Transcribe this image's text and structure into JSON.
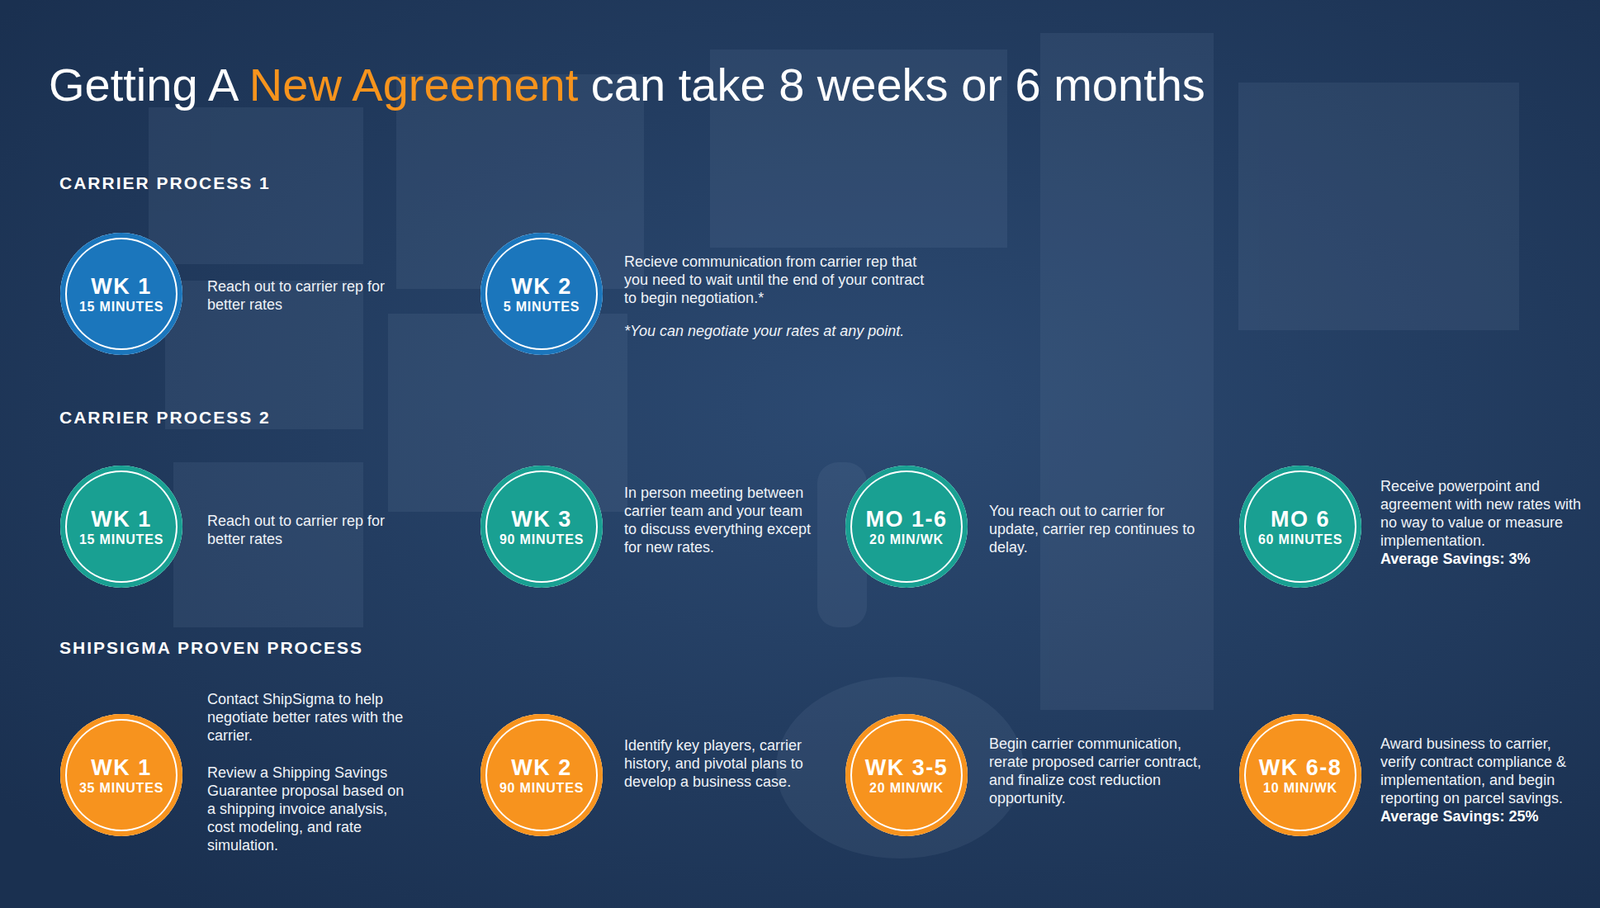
{
  "diagram": {
    "title": "Getting A New Agreement can take 8 weeks or 6 months",
    "nodes": [
      {
        "text": [
          "WK 1",
          "15 MINUTES"
        ]
      },
      {
        "text": [
          "WK 2",
          "5 MINUTES"
        ]
      },
      {
        "text": [
          "WK 1",
          "15 MINUTES"
        ]
      },
      {
        "text": [
          "WK 3",
          "90 MINUTES"
        ]
      },
      {
        "text": [
          "MO 1-6",
          "20 MIN/WK"
        ]
      },
      {
        "text": [
          "MO 6",
          "60 MINUTES"
        ]
      },
      {
        "text": [
          "WK 1",
          "35 MINUTES"
        ]
      },
      {
        "text": [
          "WK 2",
          "90 MINUTES"
        ]
      },
      {
        "text": [
          "WK 3-5",
          "20 MIN/WK"
        ]
      },
      {
        "text": [
          "WK 6-8",
          "10 MIN/WK"
        ]
      }
    ],
    "labels": [
      "CARRIER PROCESS 1",
      "Reach out to carrier rep for better rates",
      "Recieve communication from carrier rep that you need to wait until the end of your contract to begin negotiation.*",
      "*You can negotiate your rates at any point.",
      "CARRIER PROCESS 2",
      "Reach out to carrier rep for better rates",
      "In person meeting between carrier team and your team to discuss everything except for new rates.",
      "You reach out to carrier for update, carrier rep continues to delay.",
      "Receive powerpoint and agreement with new rates with no way to value or measure implementation.",
      "Average Savings: 3%",
      "SHIPSIGMA PROVEN PROCESS",
      "Contact ShipSigma to help negotiate better rates with the carrier.",
      "Review a Shipping Savings Guarantee proposal based on a shipping invoice analysis, cost modeling, and rate simulation.",
      "Identify key players, carrier history, and pivotal plans to develop a business case.",
      "Begin carrier communication, rerate proposed carrier contract, and finalize cost reduction opportunity.",
      "Award business to carrier, verify contract compliance & implementation, and begin reporting on parcel savings.",
      "Average Savings: 25%"
    ]
  }
}
